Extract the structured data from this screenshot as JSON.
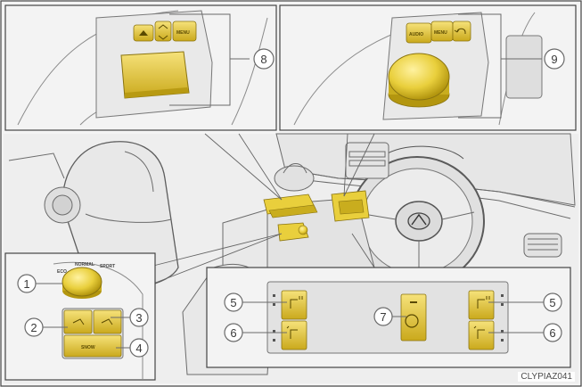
{
  "figure": {
    "reference_code": "CLYPIAZ041",
    "callouts": [
      "1",
      "2",
      "3",
      "4",
      "5",
      "6",
      "7",
      "8",
      "9"
    ],
    "mode_dial_labels": [
      "ECO",
      "NORMAL",
      "SPORT"
    ],
    "snow_button_label": "SNOW",
    "touchpad_buttons": [
      "MENU"
    ],
    "knob_buttons": [
      "AUDIO",
      "MENU"
    ],
    "colors": {
      "highlight": "#e9cf3c",
      "highlight_dark": "#c9ad1e",
      "line": "#555555",
      "callout_stroke": "#6a6a6a",
      "interior_fill": "#ececec"
    }
  }
}
